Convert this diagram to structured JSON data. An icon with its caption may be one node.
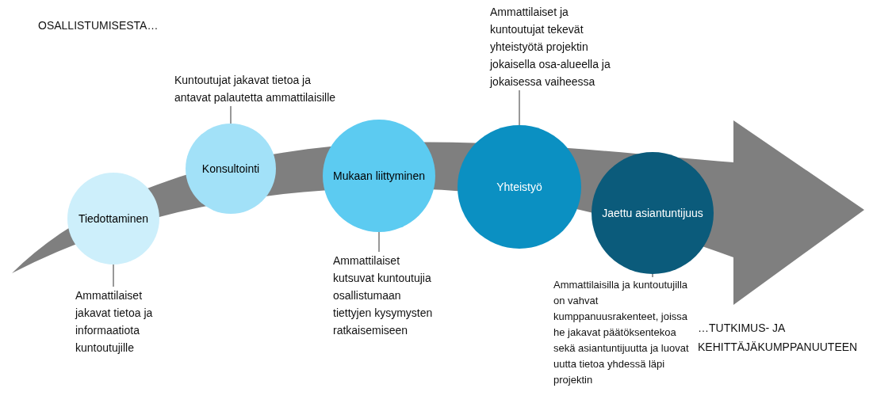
{
  "diagram": {
    "nodes": [
      {
        "text": [
          "Tiedottaminen"
        ]
      },
      {
        "text": [
          "Konsultointi"
        ]
      },
      {
        "text": [
          "Mukaan liittyminen"
        ]
      },
      {
        "text": [
          "Yhteistyö"
        ]
      },
      {
        "text": [
          "Jaettu asiantuntijuus"
        ]
      },
      {
        "text": [
          "Ammattilaiset jakavat tietoa ja informaatiota kuntoutujille"
        ]
      },
      {
        "text": [
          "Kuntoutujat jakavat tietoa ja antavat palautetta ammattilaisille"
        ]
      },
      {
        "text": [
          "Ammattilaiset kutsuvat kuntoutujia osallistumaan tiettyjen kysymysten ratkaisemiseen"
        ]
      },
      {
        "text": [
          "Ammattilaiset ja kuntoutujat tekevät yhteistyötä projektin jokaisella osa-alueella ja jokaisessa vaiheessa"
        ]
      },
      {
        "text": [
          "Ammattilaisilla ja kuntoutujilla on vahvat kumppanuusrakenteet, joissa he jakavat päätöksentekoa sekä asiantuntijuutta ja luovat uutta tietoa yhdessä läpi projektin"
        ]
      }
    ],
    "edges": [
      {
        "from": 5,
        "to": 0,
        "arrow": "none"
      },
      {
        "from": 6,
        "to": 1,
        "arrow": "none"
      },
      {
        "from": 7,
        "to": 2,
        "arrow": "none"
      },
      {
        "from": 8,
        "to": 3,
        "arrow": "none"
      },
      {
        "from": 9,
        "to": 4,
        "arrow": "none"
      }
    ],
    "labels": [
      "OSALLISTUMISESTA…",
      "…TUTKIMUS- JA KEHITTÄJÄKUMPPANUUTEEN"
    ]
  }
}
